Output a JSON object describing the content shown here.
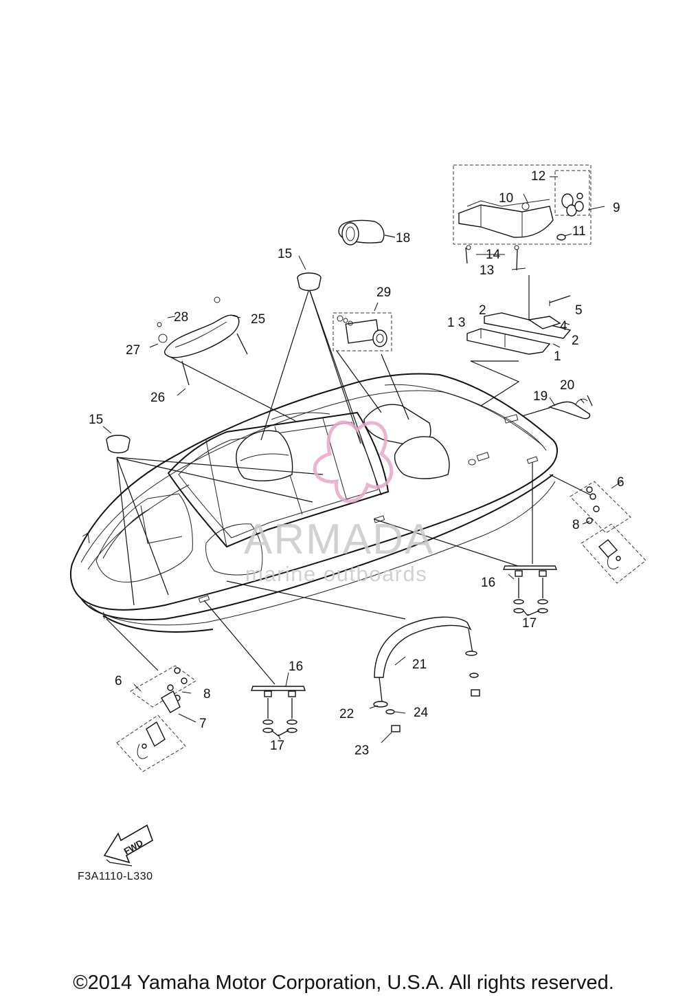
{
  "callouts": [
    {
      "id": "c1",
      "text": "1"
    },
    {
      "id": "c2a",
      "text": "2"
    },
    {
      "id": "c2b",
      "text": "2"
    },
    {
      "id": "c3",
      "text": "1 3"
    },
    {
      "id": "c4",
      "text": "4"
    },
    {
      "id": "c5",
      "text": "5"
    },
    {
      "id": "c6a",
      "text": "6"
    },
    {
      "id": "c6b",
      "text": "6"
    },
    {
      "id": "c7",
      "text": "7"
    },
    {
      "id": "c8a",
      "text": "8"
    },
    {
      "id": "c8b",
      "text": "8"
    },
    {
      "id": "c9",
      "text": "9"
    },
    {
      "id": "c10",
      "text": "10"
    },
    {
      "id": "c11",
      "text": "11"
    },
    {
      "id": "c12",
      "text": "12"
    },
    {
      "id": "c13",
      "text": "13"
    },
    {
      "id": "c14",
      "text": "14"
    },
    {
      "id": "c15a",
      "text": "15"
    },
    {
      "id": "c15b",
      "text": "15"
    },
    {
      "id": "c16a",
      "text": "16"
    },
    {
      "id": "c16b",
      "text": "16"
    },
    {
      "id": "c17a",
      "text": "17"
    },
    {
      "id": "c17b",
      "text": "17"
    },
    {
      "id": "c18",
      "text": "18"
    },
    {
      "id": "c19",
      "text": "19"
    },
    {
      "id": "c20",
      "text": "20"
    },
    {
      "id": "c21",
      "text": "21"
    },
    {
      "id": "c22",
      "text": "22"
    },
    {
      "id": "c23",
      "text": "23"
    },
    {
      "id": "c24",
      "text": "24"
    },
    {
      "id": "c25",
      "text": "25"
    },
    {
      "id": "c26",
      "text": "26"
    },
    {
      "id": "c27",
      "text": "27"
    },
    {
      "id": "c28",
      "text": "28"
    },
    {
      "id": "c29",
      "text": "29"
    }
  ],
  "fwd_label": "FWD",
  "diagram_code": "F3A1110-L330",
  "watermark": {
    "brand": "ARMADA",
    "tagline": "marine outboards",
    "color": "#e8a7c8"
  },
  "copyright": "©2014 Yamaha Motor Corporation, U.S.A. All rights reserved."
}
